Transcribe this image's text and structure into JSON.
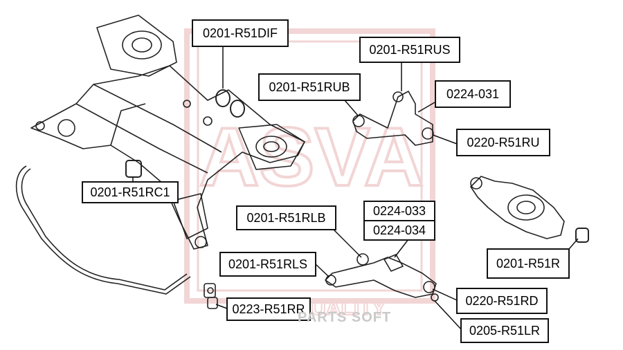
{
  "callouts": [
    {
      "part": "0201-R51DIF"
    },
    {
      "part": "0201-R51RUS"
    },
    {
      "part": "0201-R51RUB"
    },
    {
      "part": "0224-031"
    },
    {
      "part": "0220-R51RU"
    },
    {
      "part": "0201-R51RC1"
    },
    {
      "part": "0224-033"
    },
    {
      "part": "0224-034"
    },
    {
      "part": "0201-R51RLB"
    },
    {
      "part": "0201-R51RLS"
    },
    {
      "part": "0201-R51R"
    },
    {
      "part": "0220-R51RD"
    },
    {
      "part": "0223-R51RR"
    },
    {
      "part": "0205-R51LR"
    }
  ],
  "watermark": {
    "logo_text": "ASVA",
    "tagline": "HIGH QUALITY",
    "site": "PARTS SOFT"
  },
  "colors": {
    "logo": "#e8b4b4",
    "line": "#111111",
    "box_border": "#111111",
    "watermark_text": "#c9c9c9"
  }
}
